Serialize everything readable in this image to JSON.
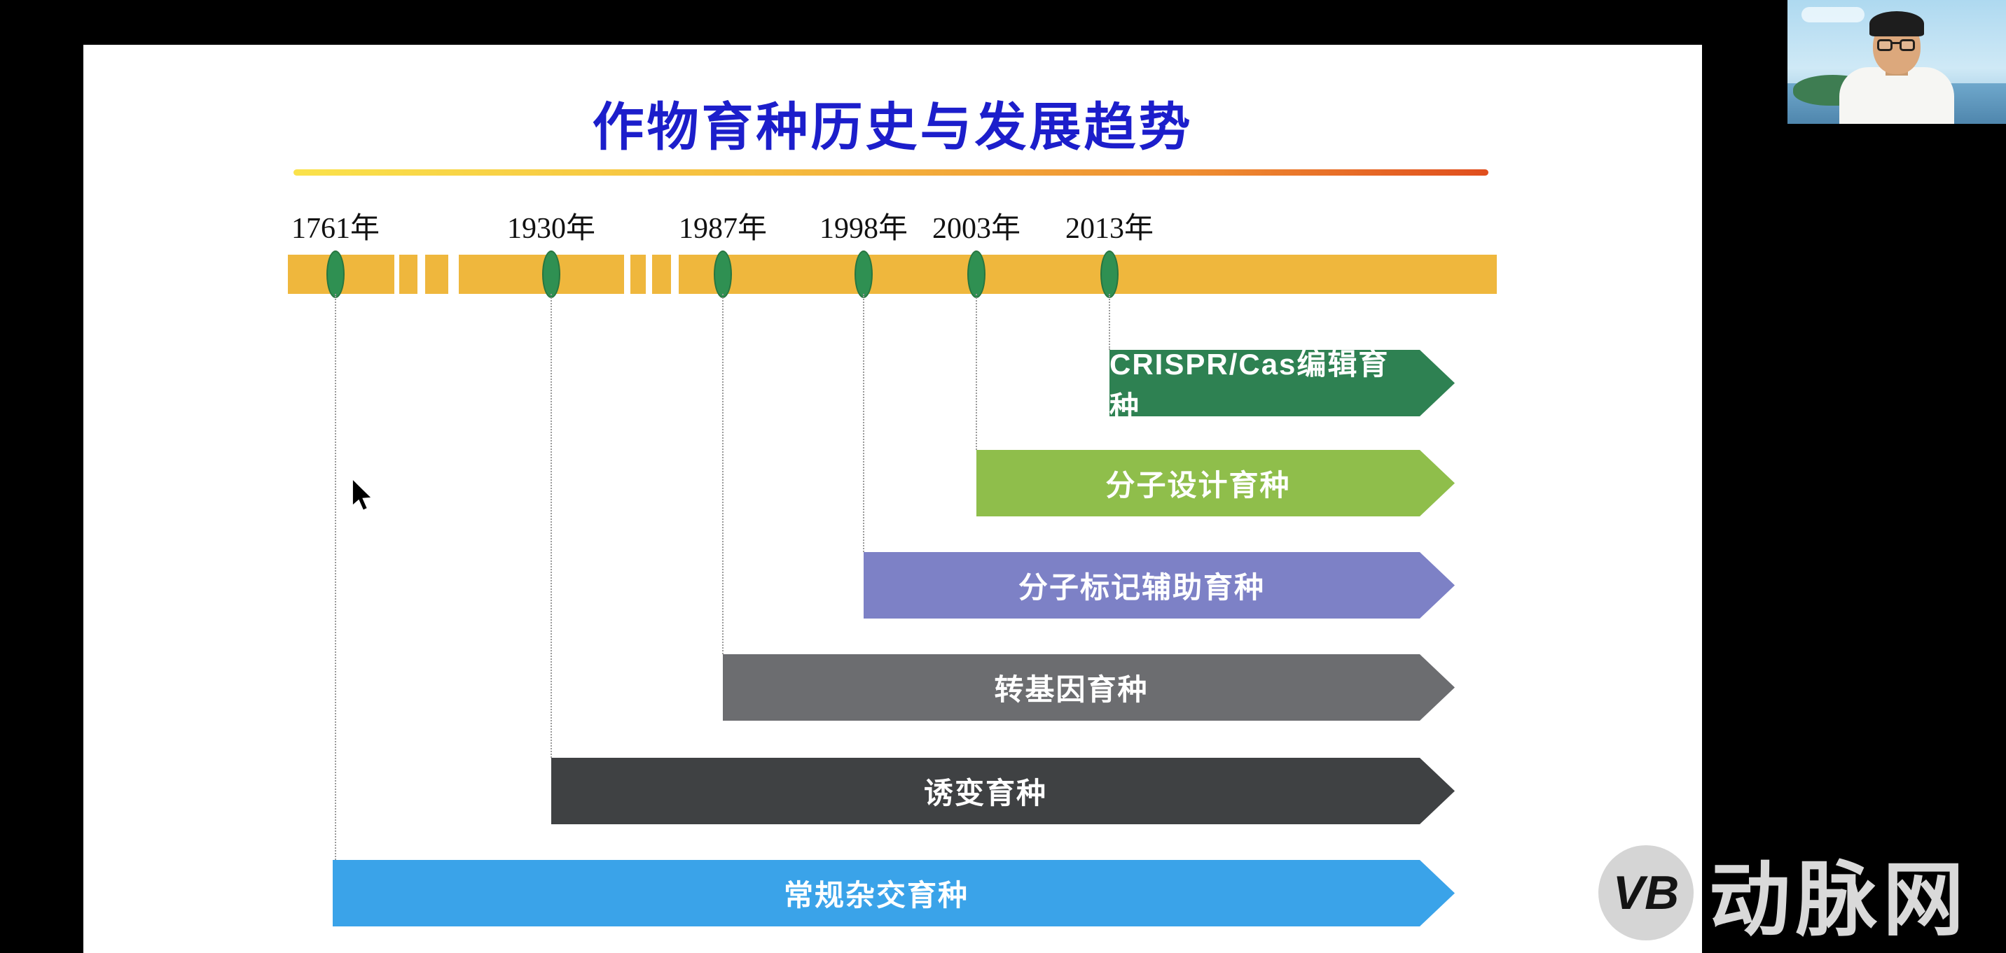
{
  "title": "作物育种历史与发展趋势",
  "timeline": {
    "years": [
      "1761年",
      "1930年",
      "1987年",
      "1998年",
      "2003年",
      "2013年"
    ],
    "bar_color": "#efb73d",
    "marker_color": "#2f9052"
  },
  "bars": [
    {
      "label": "CRISPR/Cas编辑育种",
      "start_year": "2013年",
      "color": "#2e8152"
    },
    {
      "label": "分子设计育种",
      "start_year": "2003年",
      "color": "#8fbe4b"
    },
    {
      "label": "分子标记辅助育种",
      "start_year": "1998年",
      "color": "#7d81c6"
    },
    {
      "label": "转基因育种",
      "start_year": "1987年",
      "color": "#6c6d70"
    },
    {
      "label": "诱变育种",
      "start_year": "1930年",
      "color": "#3f4143"
    },
    {
      "label": "常规杂交育种",
      "start_year": "1761年",
      "color": "#3aa3e9"
    }
  ],
  "watermark": {
    "logo_text": "VB",
    "brand_text": "动脉网"
  },
  "colors": {
    "title_blue": "#1c1ecb",
    "slide_background": "#ffffff",
    "screen_background": "#000000",
    "divider_gradient_start": "#fae24b",
    "divider_gradient_end": "#e04e1e",
    "watermark_gray": "#d9d9d9"
  }
}
